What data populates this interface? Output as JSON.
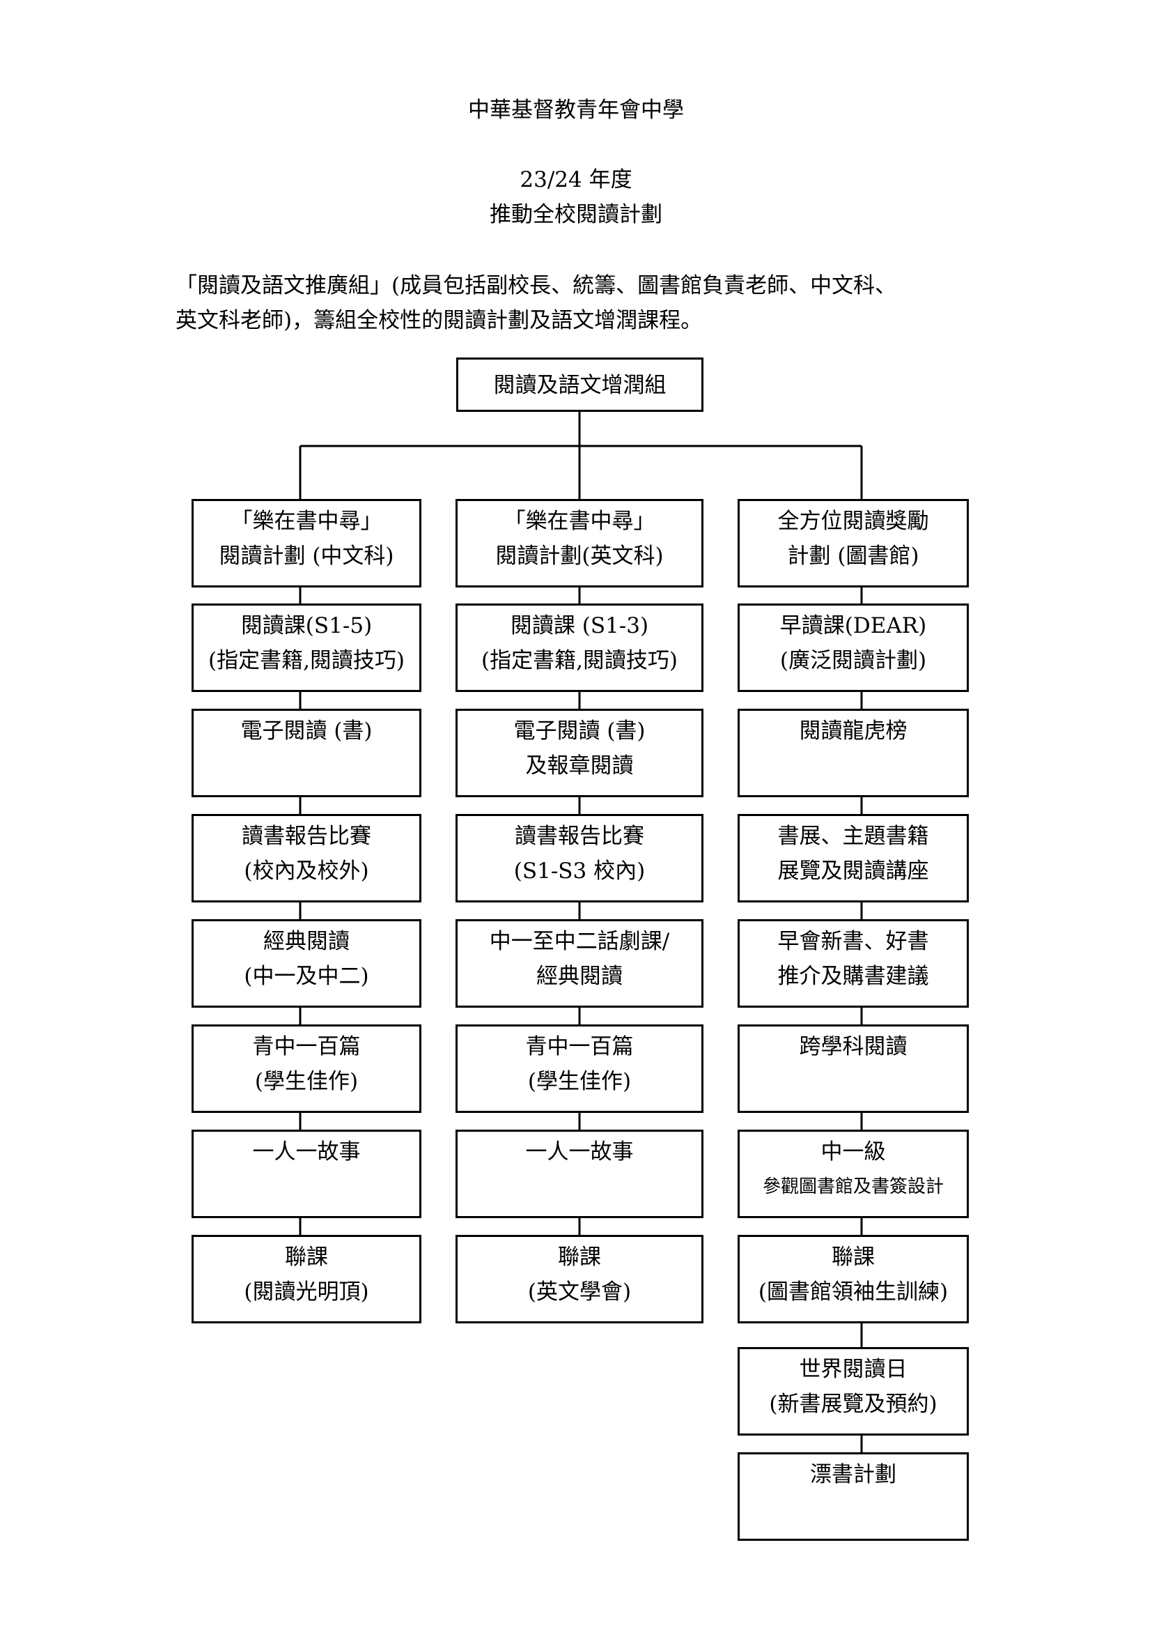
{
  "header": {
    "school": "中華基督教青年會中學",
    "year": "23/24 年度",
    "plan_title": "推動全校閱讀計劃"
  },
  "intro": {
    "line1": "「閱讀及語文推廣組」(成員包括副校長、統籌、圖書館負責老師、中文科、",
    "line2": "英文科老師)，籌組全校性的閱讀計劃及語文增潤課程。"
  },
  "org": {
    "root": "閱讀及語文增潤組",
    "columns": [
      {
        "heading": [
          "「樂在書中尋」",
          "閱讀計劃 (中文科)"
        ],
        "items": [
          [
            "閱讀課(S1-5)",
            "(指定書籍,閱讀技巧)"
          ],
          [
            "電子閱讀 (書)",
            ""
          ],
          [
            "讀書報告比賽",
            "(校內及校外)"
          ],
          [
            "經典閱讀",
            "(中一及中二)"
          ],
          [
            "青中一百篇",
            "(學生佳作)"
          ],
          [
            "一人一故事",
            ""
          ],
          [
            "聯課",
            "(閱讀光明頂)"
          ]
        ]
      },
      {
        "heading": [
          "「樂在書中尋」",
          "閱讀計劃(英文科)"
        ],
        "items": [
          [
            "閱讀課 (S1-3)",
            "(指定書籍,閱讀技巧)"
          ],
          [
            "電子閱讀 (書)",
            "及報章閱讀"
          ],
          [
            "讀書報告比賽",
            "(S1-S3 校內)"
          ],
          [
            "中一至中二話劇課/",
            "經典閱讀"
          ],
          [
            "青中一百篇",
            "(學生佳作)"
          ],
          [
            "一人一故事",
            ""
          ],
          [
            "聯課",
            "(英文學會)"
          ]
        ]
      },
      {
        "heading": [
          "全方位閱讀獎勵",
          "計劃 (圖書館)"
        ],
        "items": [
          [
            "早讀課(DEAR)",
            "(廣泛閱讀計劃)"
          ],
          [
            "閱讀龍虎榜",
            ""
          ],
          [
            "書展、主題書籍",
            "展覽及閱讀講座"
          ],
          [
            "早會新書、好書",
            "推介及購書建議"
          ],
          [
            "跨學科閱讀",
            ""
          ],
          [
            "中一級",
            "參觀圖書館及書簽設計"
          ],
          [
            "聯課",
            "(圖書館領袖生訓練)"
          ],
          [
            "世界閱讀日",
            "(新書展覽及預約)"
          ],
          [
            "漂書計劃",
            ""
          ]
        ]
      }
    ]
  }
}
